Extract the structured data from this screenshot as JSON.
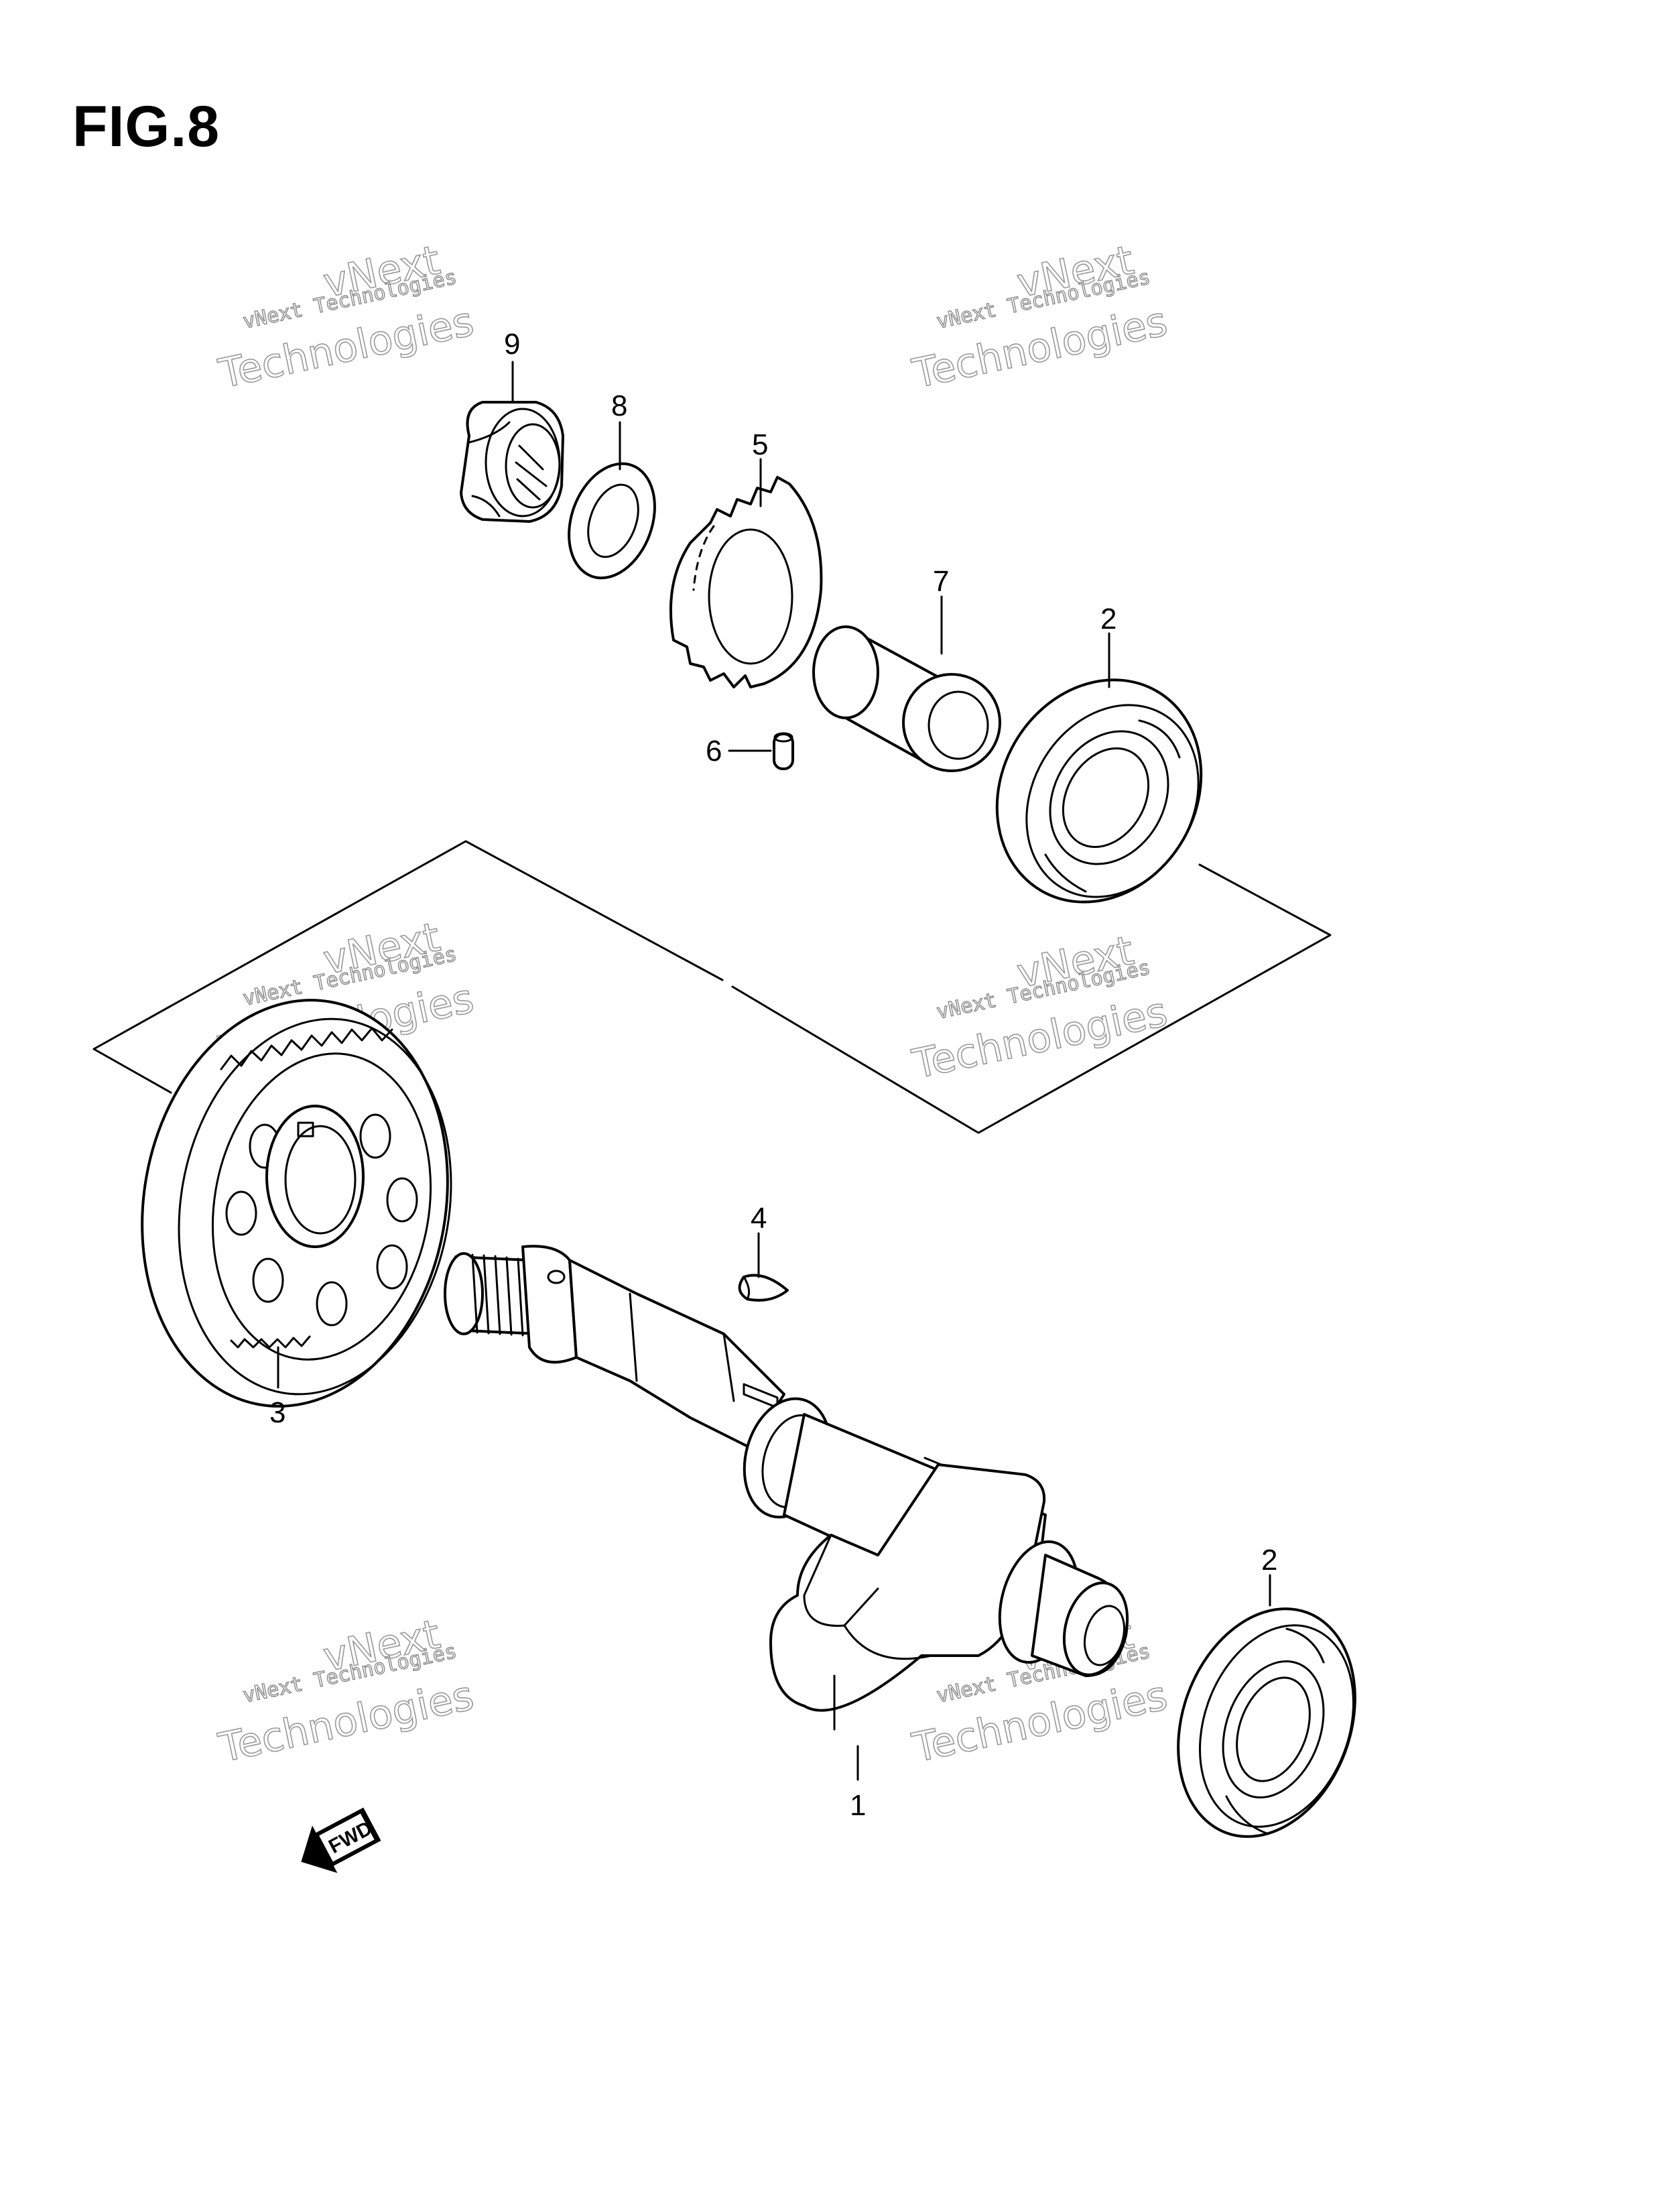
{
  "figure": {
    "title": "FIG.8",
    "fwd_label": "FWD"
  },
  "callouts": [
    {
      "id": "9",
      "label": "9"
    },
    {
      "id": "8",
      "label": "8"
    },
    {
      "id": "5",
      "label": "5"
    },
    {
      "id": "7",
      "label": "7"
    },
    {
      "id": "2a",
      "label": "2"
    },
    {
      "id": "6",
      "label": "6"
    },
    {
      "id": "4",
      "label": "4"
    },
    {
      "id": "3",
      "label": "3"
    },
    {
      "id": "2b",
      "label": "2"
    },
    {
      "id": "1",
      "label": "1"
    }
  ],
  "watermark": {
    "small": "vNext Technologies",
    "big": "Technologies",
    "top": "vNext"
  }
}
